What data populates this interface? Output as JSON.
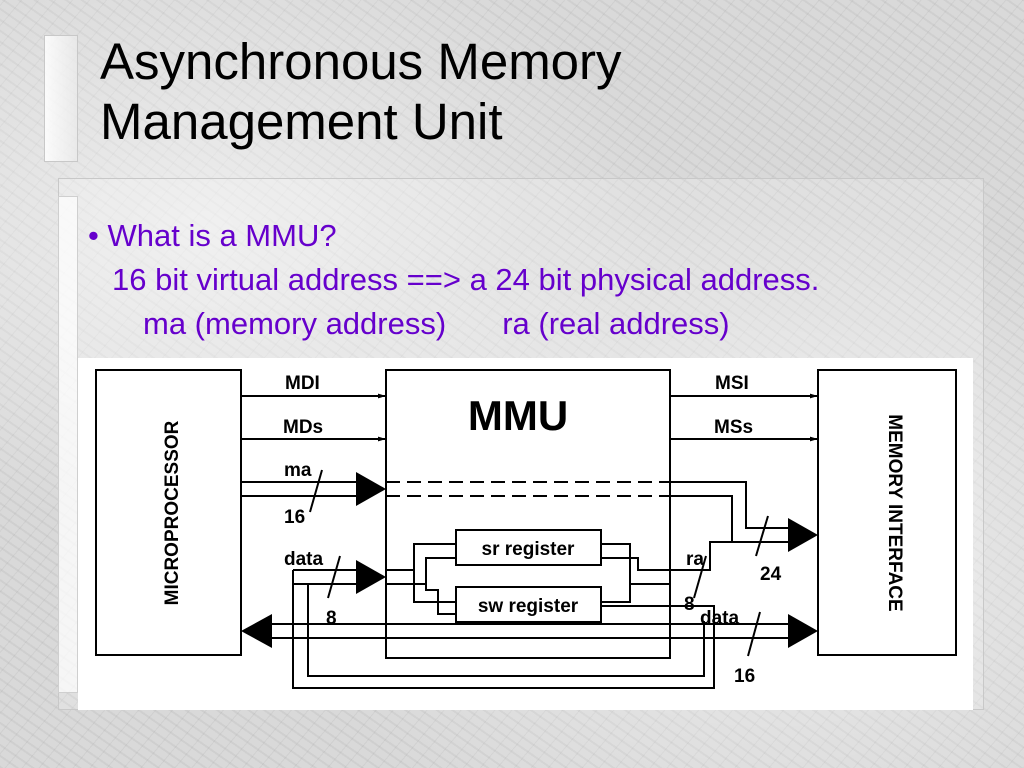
{
  "title": {
    "line1": "Asynchronous Memory",
    "line2": "Management Unit"
  },
  "bullet": {
    "marker": "•",
    "question": "What is a MMU?",
    "line2": "16 bit virtual address ==> a 24 bit physical address.",
    "ma": "ma (memory address)",
    "ra": "ra (real address)"
  },
  "diagram": {
    "microprocessor": "MICROPROCESSOR",
    "mmu": "MMU",
    "memory_interface": "MEMORY INTERFACE",
    "sr_register": "sr register",
    "sw_register": "sw register",
    "signals": {
      "mdi": "MDI",
      "mds": "MDs",
      "ma": "ma",
      "ma_width": "16",
      "data_in": "data",
      "data_in_width": "8",
      "msi": "MSI",
      "mss": "MSs",
      "ra": "ra",
      "ra_width": "8",
      "out_width": "24",
      "data_out": "data",
      "data_out_width": "16"
    }
  },
  "colors": {
    "accent": "#6600cc",
    "text": "#000000",
    "diagram_bg": "#ffffff"
  }
}
